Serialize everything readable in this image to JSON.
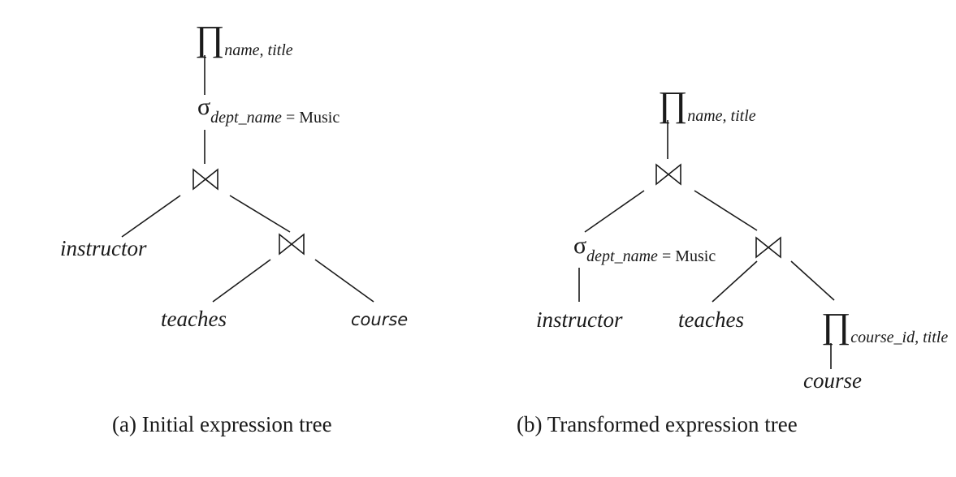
{
  "tree_a": {
    "project_symbol": "∏",
    "project_attrs": "name, title",
    "select_symbol": "σ",
    "select_attr": "dept_name",
    "select_cond": " = Music",
    "join_symbol": "⋈",
    "rel_instructor": "instructor",
    "rel_teaches": "teaches",
    "rel_course": "course",
    "caption": "(a) Initial expression tree"
  },
  "tree_b": {
    "project_symbol": "∏",
    "project_attrs": "name, title",
    "select_symbol": "σ",
    "select_attr": "dept_name",
    "select_cond": " = Music",
    "join_symbol": "⋈",
    "rel_instructor": "instructor",
    "rel_teaches": "teaches",
    "inner_project_symbol": "∏",
    "inner_project_attrs": "course_id, title",
    "rel_course": "course",
    "caption": "(b) Transformed expression tree"
  }
}
